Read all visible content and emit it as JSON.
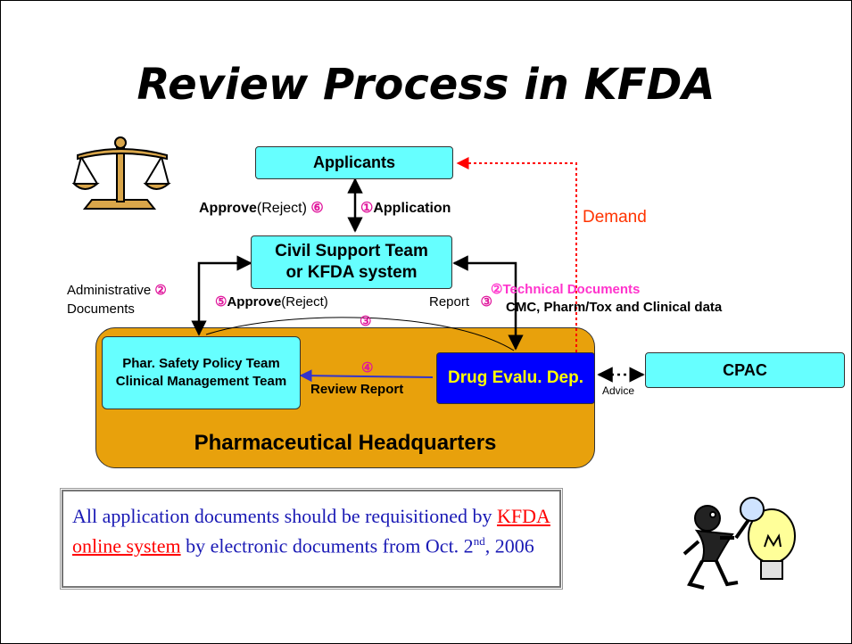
{
  "title": "Review Process in KFDA",
  "boxes": {
    "applicants": "Applicants",
    "civil_line1": "Civil Support Team",
    "civil_line2": "or KFDA system",
    "policy_line1": "Phar. Safety Policy Team",
    "policy_line2": "Clinical Management Team",
    "drug_eval": "Drug Evalu. Dep.",
    "cpac": "CPAC",
    "headquarters": "Pharmaceutical Headquarters"
  },
  "labels": {
    "approve_bold": "Approve",
    "approve_reject": "(Reject)",
    "num6": "⑥",
    "num1": "①",
    "application": "Application",
    "demand": "Demand",
    "admin_line1": "Administrative",
    "num2_left": "②",
    "admin_line2": "Documents",
    "num5": "⑤",
    "approve2_bold": "Approve",
    "approve2_reject": "(Reject)",
    "report": "Report",
    "num3_right": "③",
    "num2_right": "②",
    "technical_documents": "Technical Documents",
    "cmc_line": "CMC, Pharm/Tox  and Clinical data",
    "num3_center": "③",
    "num4": "④",
    "review_report": "Review Report",
    "advice": "Advice"
  },
  "note": {
    "part1": "All application documents should be requisitioned by ",
    "link": "KFDA online system",
    "part2": " by electronic documents from Oct. 2",
    "sup": "nd",
    "part3": ", 2006"
  },
  "colors": {
    "cyan": "#66ffff",
    "orange": "#e8a10c",
    "blue": "#0000ff",
    "yellow_text": "#ffff00",
    "demand": "#ff3300",
    "number_pink": "#e0169c",
    "note_text": "#1a1ab5",
    "link_red": "#ff0000"
  },
  "icons": [
    "scales-icon",
    "detective-lightbulb-icon"
  ]
}
